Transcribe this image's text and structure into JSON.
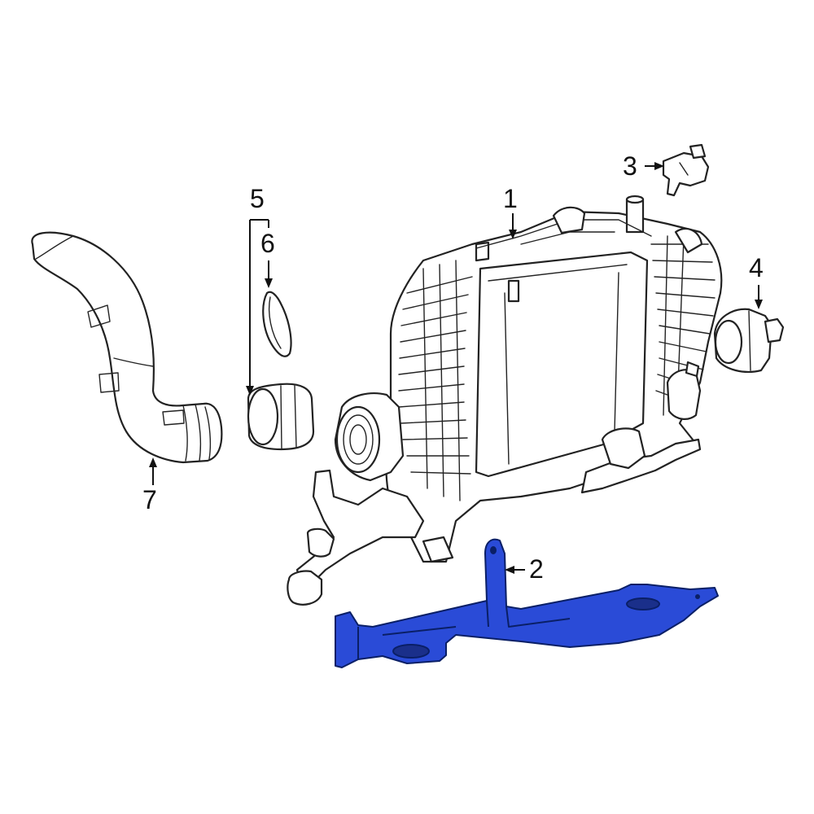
{
  "callouts": [
    {
      "id": "1",
      "label": "1"
    },
    {
      "id": "2",
      "label": "2"
    },
    {
      "id": "3",
      "label": "3"
    },
    {
      "id": "4",
      "label": "4"
    },
    {
      "id": "5",
      "label": "5"
    },
    {
      "id": "6",
      "label": "6"
    },
    {
      "id": "7",
      "label": "7"
    }
  ],
  "colors": {
    "highlight_fill": "#2a4bd7",
    "highlight_stroke": "#0a1f66",
    "line": "#222222",
    "background": "#ffffff"
  }
}
